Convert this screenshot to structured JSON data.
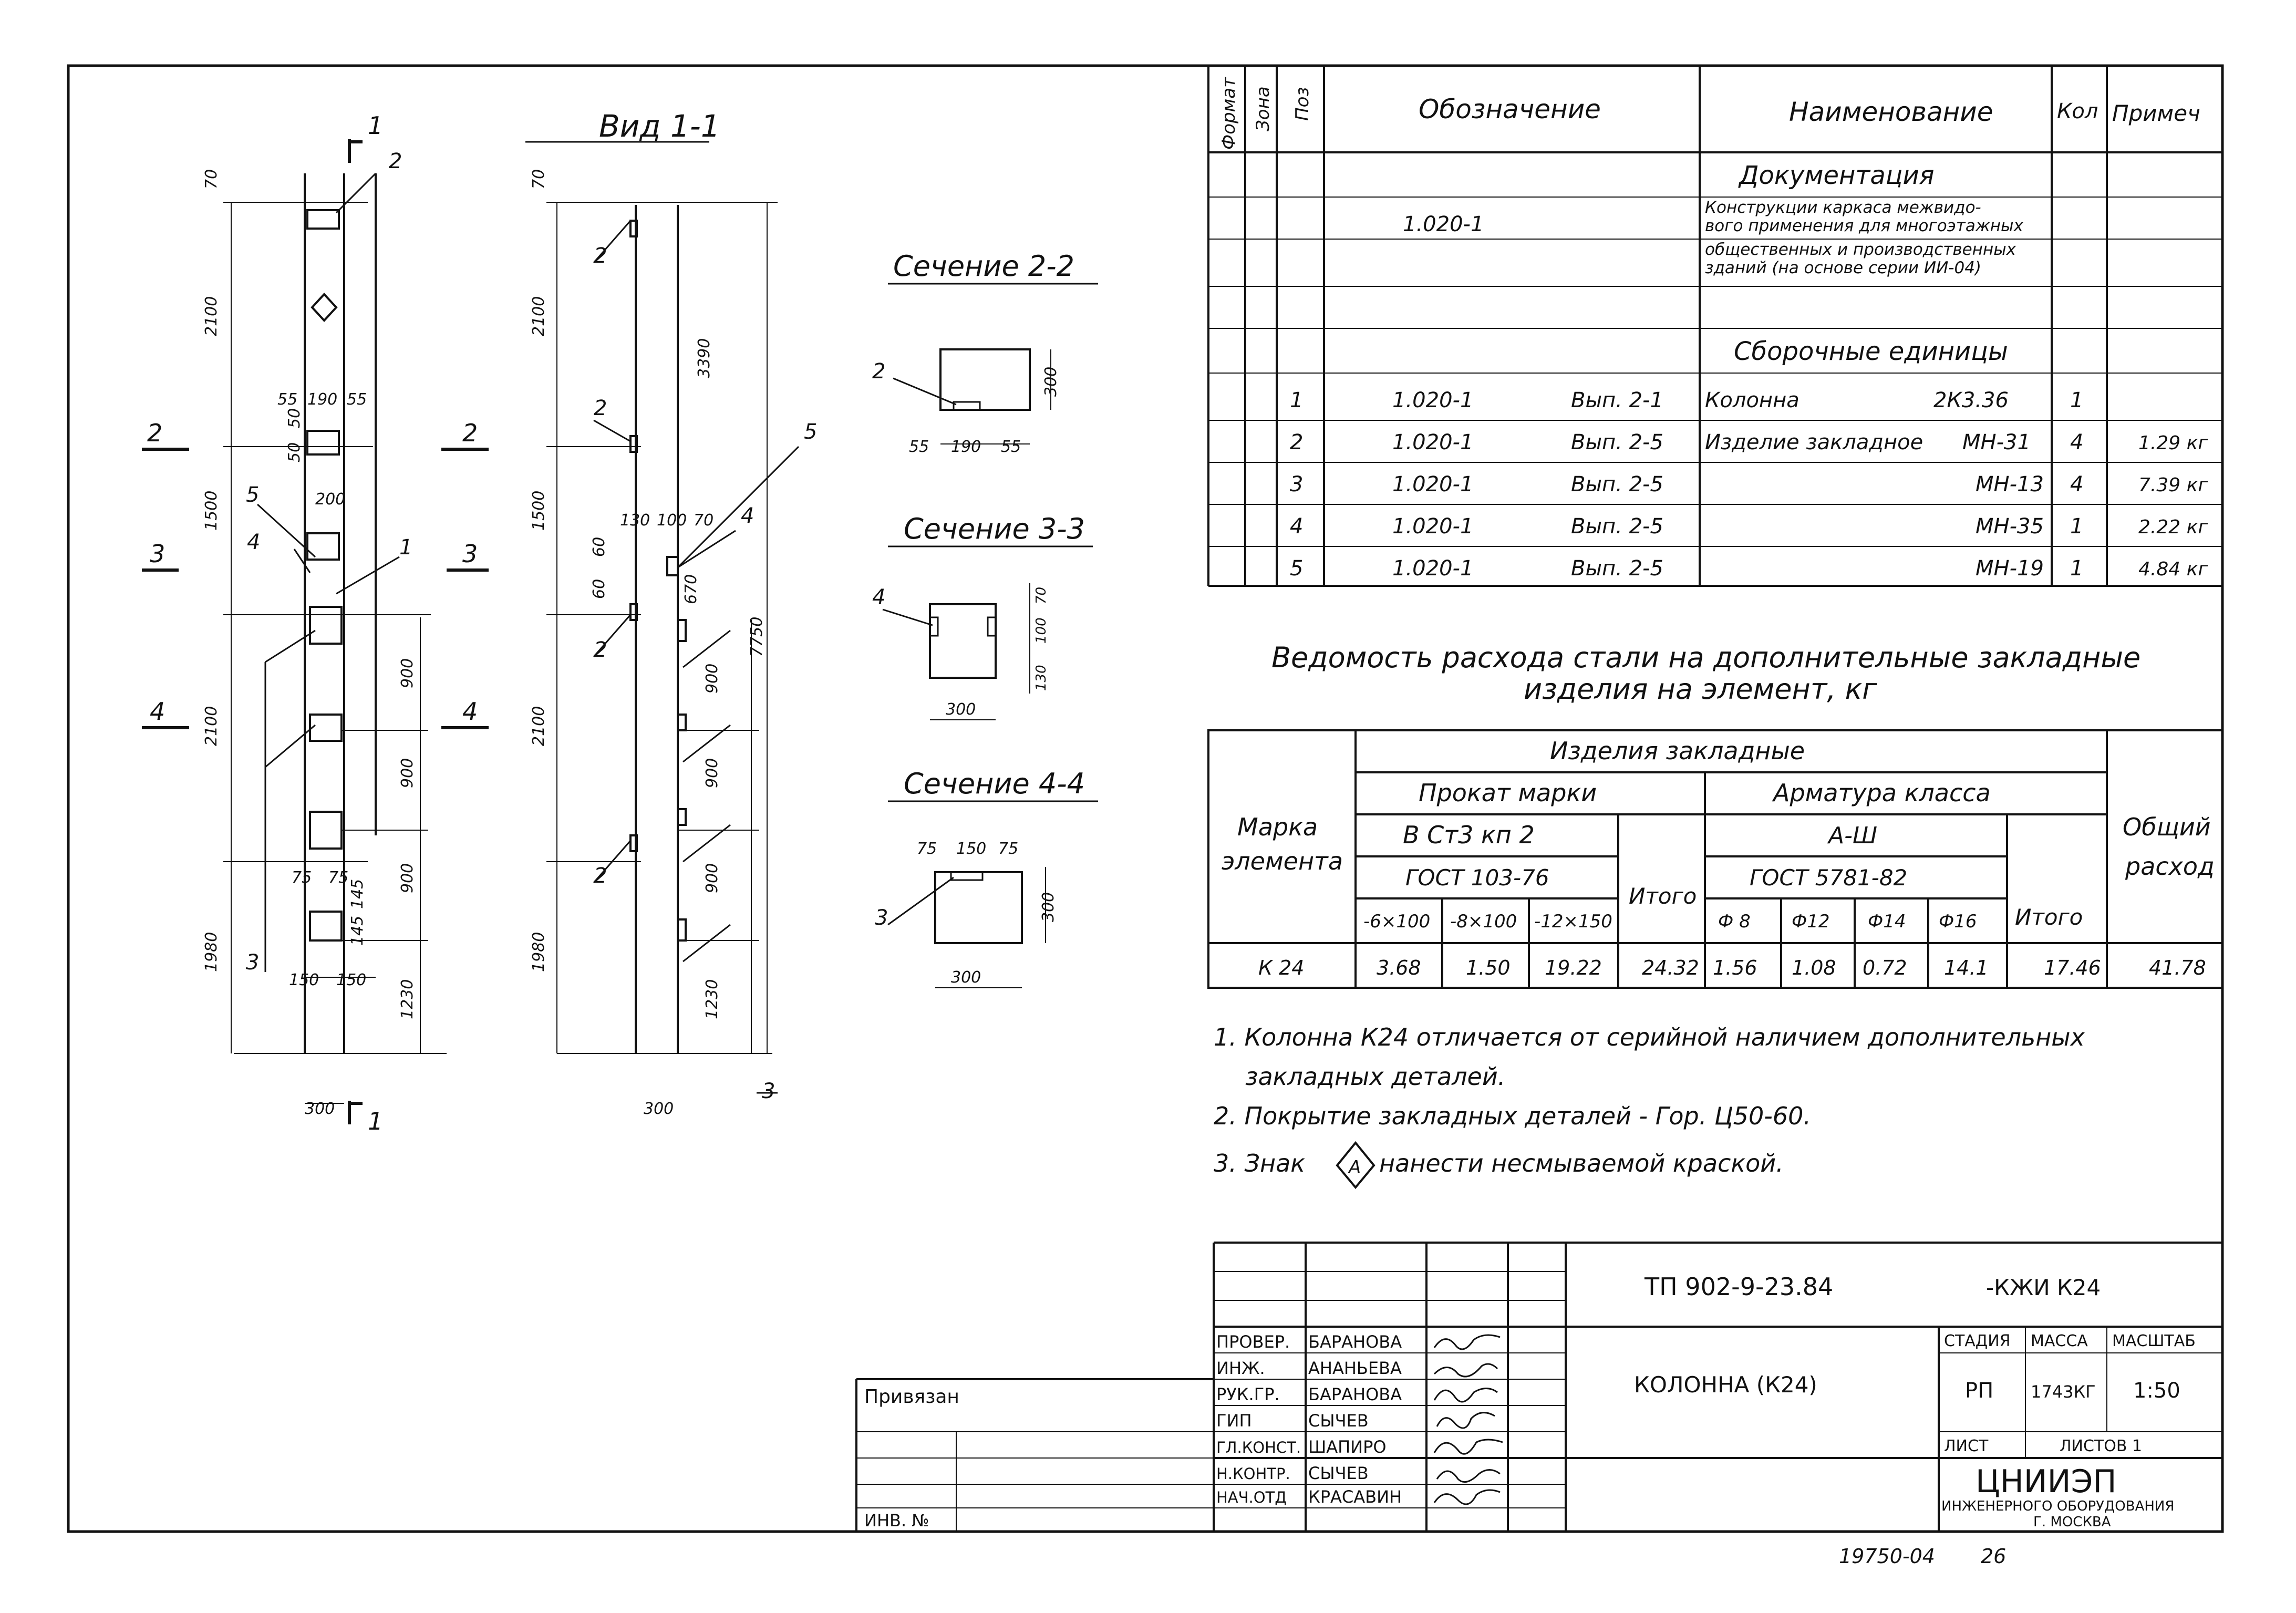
{
  "views": {
    "elevation": {
      "section_marks": [
        "1",
        "2",
        "2",
        "3",
        "3",
        "4",
        "4",
        "1"
      ],
      "dims_left": [
        "70",
        "2100",
        "1500",
        "2100",
        "1980"
      ],
      "dims_top": [
        "55",
        "190",
        "55"
      ],
      "dims_mid": [
        "50",
        "50",
        "200"
      ],
      "dims_right": [
        "900",
        "900",
        "900",
        "1230"
      ],
      "dims_bottom": [
        "75",
        "75",
        "145",
        "145",
        "150",
        "150"
      ],
      "width": "300",
      "pos": [
        "2",
        "5",
        "4",
        "1",
        "3"
      ]
    },
    "view11": {
      "title": "Вид 1-1",
      "dims_left": [
        "70",
        "2100",
        "1500",
        "2100",
        "1980"
      ],
      "dims_right": [
        "3390",
        "7750"
      ],
      "dims_mid": [
        "130",
        "100",
        "70",
        "60",
        "60",
        "670"
      ],
      "dims_right2": [
        "900",
        "900",
        "900",
        "1230"
      ],
      "width": "300",
      "pos": [
        "2",
        "2",
        "5",
        "4",
        "2",
        "2",
        "3"
      ]
    },
    "sec22": {
      "title": "Сечение 2-2",
      "pos": "2",
      "dims": [
        "55",
        "190",
        "55"
      ],
      "h": "300"
    },
    "sec33": {
      "title": "Сечение 3-3",
      "pos": "4",
      "dims": [
        "70",
        "100",
        "130"
      ],
      "w": "300"
    },
    "sec44": {
      "title": "Сечение 4-4",
      "pos": "3",
      "dims": [
        "75",
        "150",
        "75"
      ],
      "h": "300",
      "w": "300"
    }
  },
  "spec": {
    "headers": {
      "format": "Формат",
      "zona": "Зона",
      "poz": "Поз",
      "oboz": "Обозначение",
      "naim": "Наименование",
      "kol": "Кол",
      "prim": "Примеч"
    },
    "doc_section": "Документация",
    "doc_oboz": "1.020-1",
    "doc_name": [
      "Конструкции каркаса межвидо-",
      "вого применения для многоэтажных",
      "общественных и производственных",
      "зданий (на основе серии ИИ-04)"
    ],
    "asm_section": "Сборочные единицы",
    "rows": [
      {
        "poz": "1",
        "oboz": "1.020-1",
        "vyp": "Вып. 2-1",
        "name": "Колонна",
        "mark": "2К3.36",
        "kol": "1",
        "prim": ""
      },
      {
        "poz": "2",
        "oboz": "1.020-1",
        "vyp": "Вып. 2-5",
        "name": "Изделие закладное",
        "mark": "МН-31",
        "kol": "4",
        "prim": "1.29 кг"
      },
      {
        "poz": "3",
        "oboz": "1.020-1",
        "vyp": "Вып. 2-5",
        "name": "",
        "mark": "МН-13",
        "kol": "4",
        "prim": "7.39 кг"
      },
      {
        "poz": "4",
        "oboz": "1.020-1",
        "vyp": "Вып. 2-5",
        "name": "",
        "mark": "МН-35",
        "kol": "1",
        "prim": "2.22 кг"
      },
      {
        "poz": "5",
        "oboz": "1.020-1",
        "vyp": "Вып. 2-5",
        "name": "",
        "mark": "МН-19",
        "kol": "1",
        "prim": "4.84 кг"
      }
    ]
  },
  "steel": {
    "title1": "Ведомость расхода стали на дополнительные закладные",
    "title2": "изделия на элемент, кг",
    "h_items": "Изделия закладные",
    "h_prokat": "Прокат марки",
    "h_armatura": "Арматура класса",
    "h_mark": [
      "Марка",
      "элемента"
    ],
    "h_total": [
      "Общий",
      "расход"
    ],
    "h_st": "В Ст3 кп 2",
    "h_ai": "А-Ш",
    "h_gost1": "ГОСТ 103-76",
    "h_gost2": "ГОСТ 5781-82",
    "h_itogo": "Итого",
    "h_itogo2": "Итого",
    "cols": [
      "-6×100",
      "-8×100",
      "-12×150",
      "Ф 8",
      "Ф12",
      "Ф14",
      "Ф16"
    ],
    "row": {
      "mark": "К 24",
      "v": [
        "3.68",
        "1.50",
        "19.22",
        "24.32",
        "1.56",
        "1.08",
        "0.72",
        "14.1",
        "17.46",
        "41.78"
      ]
    }
  },
  "notes": {
    "n1a": "1. Колонна К24 отличается от серийной наличием дополнительных",
    "n1b": "закладных деталей.",
    "n2": "2. Покрытие закладных деталей - Гор. Ц50-60.",
    "n3a": "3. Знак",
    "sign": "А",
    "n3b": "нанести несмываемой краской."
  },
  "stamp": {
    "code": "ТП 902-9-23.84",
    "sheet_code": "-КЖИ  К24",
    "title": "КОЛОННА   (К24)",
    "privyazan": "Привязан",
    "inv": "ИНВ. №",
    "roles": [
      "ПРОВЕР.",
      "ИНЖ.",
      "РУК.ГР.",
      "ГИП",
      "ГЛ.КОНСТ.",
      "Н.КОНТР.",
      "НАЧ.ОТД"
    ],
    "names": [
      "БАРАНОВА",
      "АНАНЬЕВА",
      "БАРАНОВА",
      "СЫЧЕВ",
      "ШАПИРО",
      "СЫЧЕВ",
      "КРАСАВИН"
    ],
    "stadiya_h": "СТАДИЯ",
    "massa_h": "МАССА",
    "masshtab_h": "МАСШТАБ",
    "stadiya": "РП",
    "massa": "1743КГ",
    "masshtab": "1:50",
    "list": "ЛИСТ",
    "listov": "ЛИСТОВ 1",
    "org1": "ЦНИИЭП",
    "org2": "ИНЖЕНЕРНОГО ОБОРУДОВАНИЯ",
    "org3": "Г. МОСКВА"
  },
  "footer": {
    "num": "19750-04",
    "page": "26"
  }
}
